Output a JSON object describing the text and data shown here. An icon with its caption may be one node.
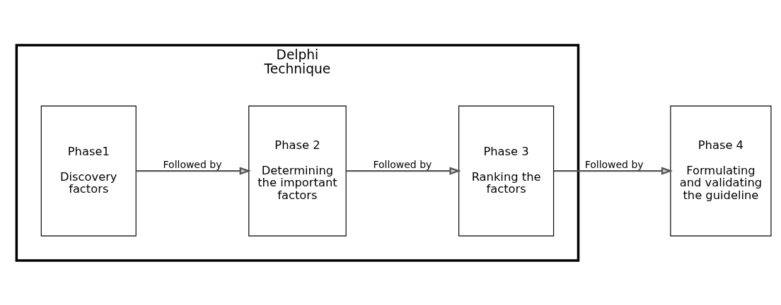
{
  "diagram": {
    "nodes": [
      {
        "text": [
          "Delphi Technique"
        ]
      },
      {
        "text": [
          "Phase1",
          "Discovery factors"
        ],
        "in": 0
      },
      {
        "text": [
          "Phase 2",
          "Determining the important factors"
        ],
        "in": 0
      },
      {
        "text": [
          "Phase 3",
          "Ranking the factors"
        ],
        "in": 0
      },
      {
        "text": [
          "Phase 4",
          "Formulating and validating the guideline"
        ]
      }
    ],
    "edges": [
      {
        "from": 1,
        "to": 2,
        "arrow": "to",
        "label": "Followed by"
      },
      {
        "from": 2,
        "to": 3,
        "arrow": "to",
        "label": "Followed by"
      },
      {
        "from": 3,
        "to": 4,
        "arrow": "to",
        "label": "Followed by"
      }
    ]
  }
}
